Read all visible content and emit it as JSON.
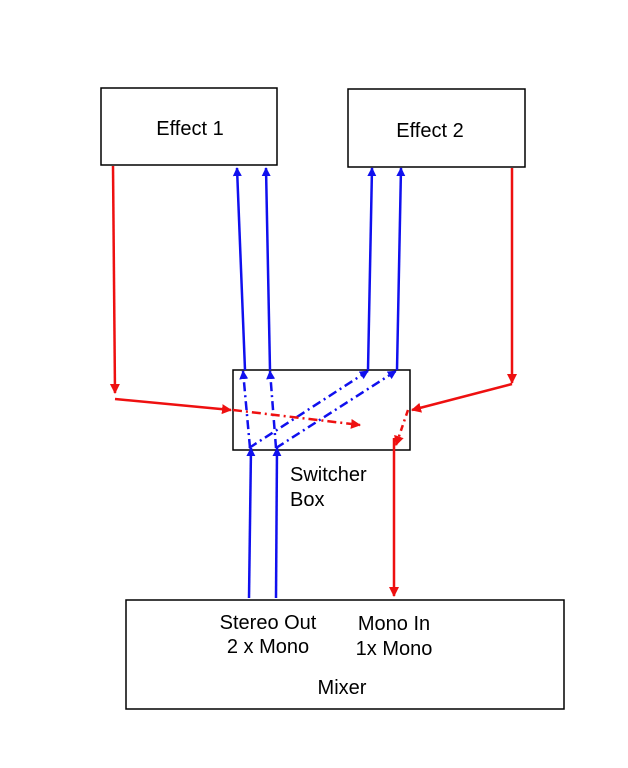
{
  "colors": {
    "signal_out": "#1010ee",
    "signal_return": "#ee1010",
    "box_stroke": "#000000",
    "background": "#ffffff"
  },
  "blocks": {
    "effect1": {
      "label": "Effect 1"
    },
    "effect2": {
      "label": "Effect 2"
    },
    "switcher": {
      "label_line1": "Switcher",
      "label_line2": "Box"
    },
    "mixer": {
      "stereo_line1": "Stereo Out",
      "stereo_line2": "2 x Mono",
      "mono_line1": "Mono In",
      "mono_line2": "1x Mono",
      "name": "Mixer"
    }
  }
}
